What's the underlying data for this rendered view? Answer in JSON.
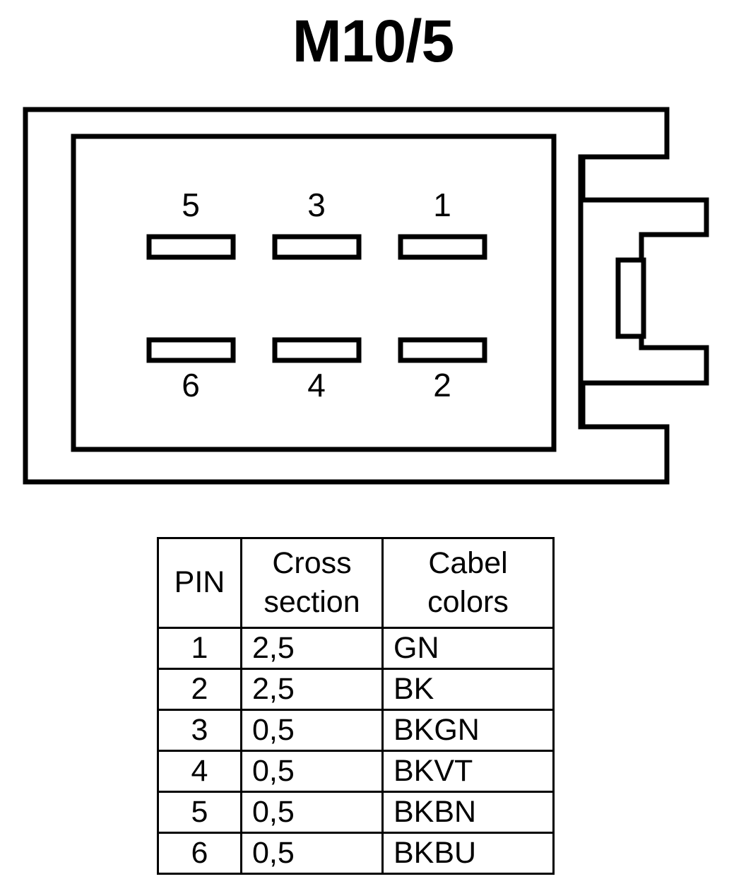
{
  "title": "M10/5",
  "connector": {
    "name": "connector-housing-6way",
    "pin_positions": {
      "top_row": [
        "5",
        "3",
        "1"
      ],
      "bottom_row": [
        "6",
        "4",
        "2"
      ]
    },
    "cavity_count": 6,
    "line_color": "#000000",
    "fill_color": "#ffffff"
  },
  "table": {
    "headers": {
      "pin": "PIN",
      "cross_section_line1": "Cross",
      "cross_section_line2": "section",
      "cable_colors_line1": "Cabel",
      "cable_colors_line2": "colors"
    },
    "rows": [
      {
        "pin": "1",
        "cross_section": "2,5",
        "color": "GN"
      },
      {
        "pin": "2",
        "cross_section": "2,5",
        "color": "BK"
      },
      {
        "pin": "3",
        "cross_section": "0,5",
        "color": "BKGN"
      },
      {
        "pin": "4",
        "cross_section": "0,5",
        "color": "BKVT"
      },
      {
        "pin": "5",
        "cross_section": "0,5",
        "color": "BKBN"
      },
      {
        "pin": "6",
        "cross_section": "0,5",
        "color": "BKBU"
      }
    ]
  }
}
